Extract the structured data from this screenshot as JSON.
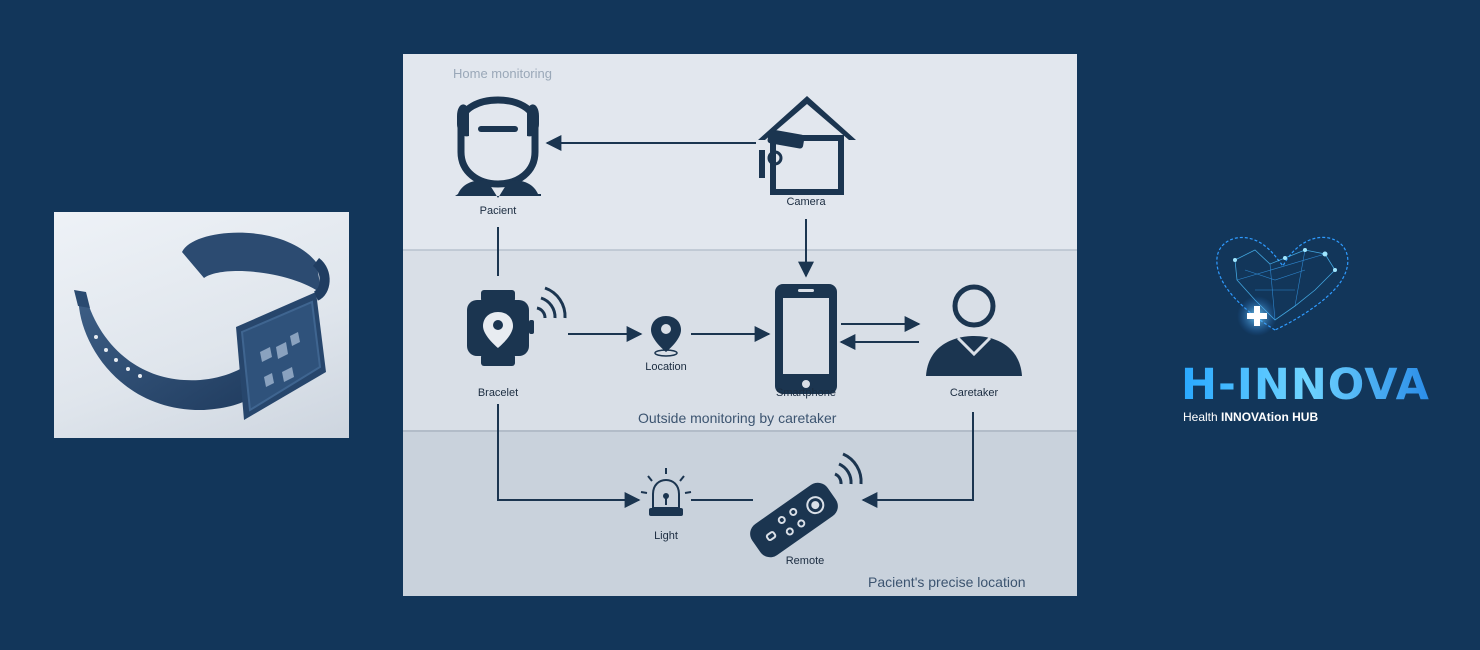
{
  "zones": {
    "home": "Home monitoring",
    "outside": "Outside monitoring by caretaker",
    "precise": "Pacient's precise location"
  },
  "nodes": {
    "pacient": "Pacient",
    "camera": "Camera",
    "bracelet": "Bracelet",
    "location": "Location",
    "smartphone": "Smartphone",
    "caretaker": "Caretaker",
    "light": "Light",
    "remote": "Remote"
  },
  "logo": {
    "title": "H-INNOVA",
    "subtitle_prefix": "Health",
    "subtitle_bold": "INNOVAtion HUB"
  },
  "colors": {
    "background": "#12365a",
    "icon": "#1b3550",
    "zone_top": "#e2e7ee",
    "zone_mid": "#d9dfe7",
    "zone_bottom": "#c9d2dc",
    "logo_blue": "#2ea6ff"
  }
}
